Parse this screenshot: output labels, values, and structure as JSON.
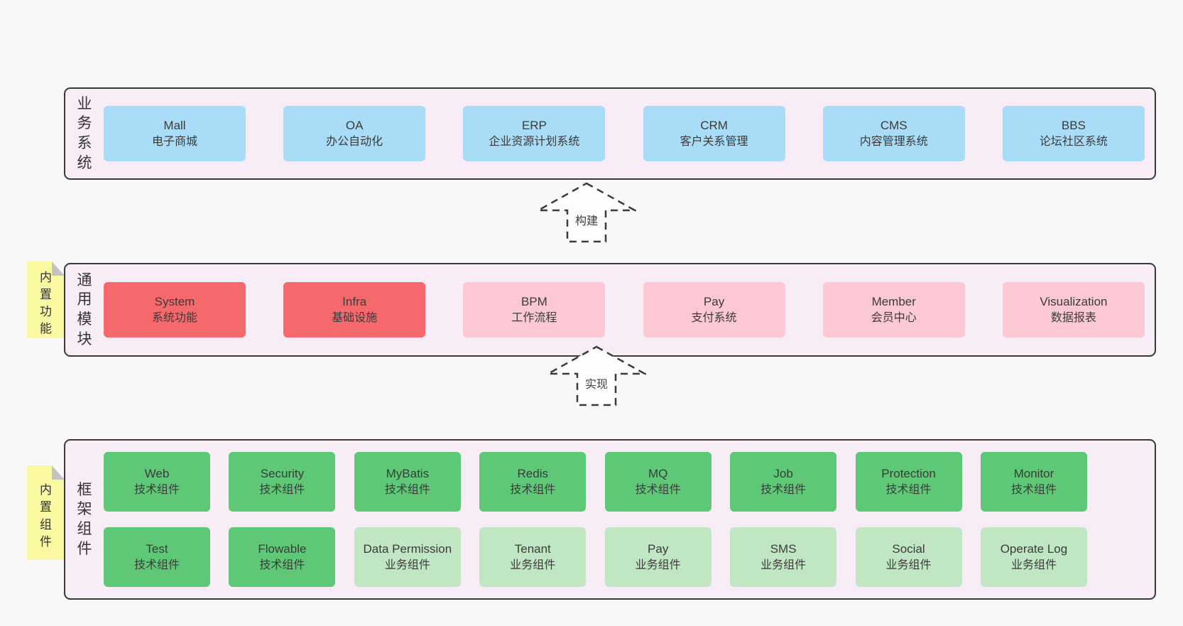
{
  "colors": {
    "page_bg": "#f8f8f8",
    "band_bg": "#f8edf6",
    "border": "#3a3a3a",
    "box_blue": "#a9dcf6",
    "box_red": "#f5696c",
    "box_pink": "#fbc8d3",
    "box_green": "#5ec877",
    "box_green_light": "#c0e6c4",
    "note_yellow": "#fbf8a2",
    "note_fold_gray": "#c3c3c3",
    "text": "#3b3b3b"
  },
  "bands": [
    {
      "label": "业务系统",
      "boxes": [
        {
          "name": "Mall",
          "subtitle": "电子商城",
          "variant": "blue"
        },
        {
          "name": "OA",
          "subtitle": "办公自动化",
          "variant": "blue"
        },
        {
          "name": "ERP",
          "subtitle": "企业资源计划系统",
          "variant": "blue"
        },
        {
          "name": "CRM",
          "subtitle": "客户关系管理",
          "variant": "blue"
        },
        {
          "name": "CMS",
          "subtitle": "内容管理系统",
          "variant": "blue"
        },
        {
          "name": "BBS",
          "subtitle": "论坛社区系统",
          "variant": "blue"
        }
      ]
    },
    {
      "label": "通用模块",
      "note": "内置功能",
      "boxes": [
        {
          "name": "System",
          "subtitle": "系统功能",
          "variant": "red"
        },
        {
          "name": "Infra",
          "subtitle": "基础设施",
          "variant": "red"
        },
        {
          "name": "BPM",
          "subtitle": "工作流程",
          "variant": "pink"
        },
        {
          "name": "Pay",
          "subtitle": "支付系统",
          "variant": "pink"
        },
        {
          "name": "Member",
          "subtitle": "会员中心",
          "variant": "pink"
        },
        {
          "name": "Visualization",
          "subtitle": "数据报表",
          "variant": "pink"
        }
      ]
    },
    {
      "label": "框架组件",
      "note": "内置组件",
      "rows": [
        [
          {
            "name": "Web",
            "subtitle": "技术组件",
            "variant": "green"
          },
          {
            "name": "Security",
            "subtitle": "技术组件",
            "variant": "green"
          },
          {
            "name": "MyBatis",
            "subtitle": "技术组件",
            "variant": "green"
          },
          {
            "name": "Redis",
            "subtitle": "技术组件",
            "variant": "green"
          },
          {
            "name": "MQ",
            "subtitle": "技术组件",
            "variant": "green"
          },
          {
            "name": "Job",
            "subtitle": "技术组件",
            "variant": "green"
          },
          {
            "name": "Protection",
            "subtitle": "技术组件",
            "variant": "green"
          },
          {
            "name": "Monitor",
            "subtitle": "技术组件",
            "variant": "green"
          }
        ],
        [
          {
            "name": "Test",
            "subtitle": "技术组件",
            "variant": "green"
          },
          {
            "name": "Flowable",
            "subtitle": "技术组件",
            "variant": "green"
          },
          {
            "name": "Data Permission",
            "subtitle": "业务组件",
            "variant": "green-light"
          },
          {
            "name": "Tenant",
            "subtitle": "业务组件",
            "variant": "green-light"
          },
          {
            "name": "Pay",
            "subtitle": "业务组件",
            "variant": "green-light"
          },
          {
            "name": "SMS",
            "subtitle": "业务组件",
            "variant": "green-light"
          },
          {
            "name": "Social",
            "subtitle": "业务组件",
            "variant": "green-light"
          },
          {
            "name": "Operate Log",
            "subtitle": "业务组件",
            "variant": "green-light"
          }
        ]
      ]
    }
  ],
  "arrows": [
    {
      "label": "构建"
    },
    {
      "label": "实现"
    }
  ]
}
